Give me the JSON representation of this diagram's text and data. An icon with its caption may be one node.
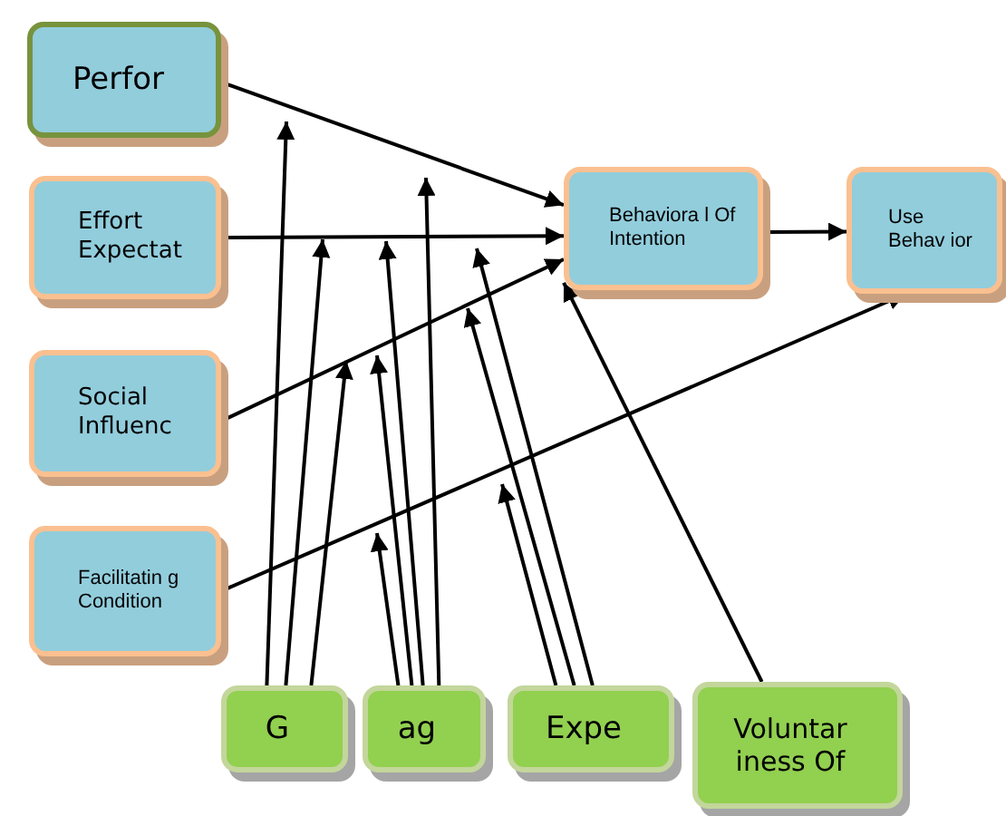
{
  "diagram": {
    "nodes": [
      {
        "text": [
          "Perfor"
        ]
      },
      {
        "text": [
          "Effort Expectat"
        ]
      },
      {
        "text": [
          "Social Influenc"
        ]
      },
      {
        "text": [
          "Facilitatin g Condition"
        ]
      },
      {
        "text": [
          "Behaviora l Of Intention"
        ]
      },
      {
        "text": [
          "Use Behav ior"
        ]
      },
      {
        "text": [
          "G"
        ]
      },
      {
        "text": [
          "ag"
        ]
      },
      {
        "text": [
          "Expe"
        ]
      },
      {
        "text": [
          "Voluntar iness Of"
        ]
      }
    ],
    "edges": [
      {
        "from": 0,
        "to": 4,
        "arrow": "to"
      },
      {
        "from": 1,
        "to": 4,
        "arrow": "to"
      },
      {
        "from": 2,
        "to": 4,
        "arrow": "to"
      },
      {
        "from": 3,
        "to": 5,
        "arrow": "to"
      },
      {
        "from": 4,
        "to": 5,
        "arrow": "to"
      },
      {
        "from": 9,
        "to": 4,
        "arrow": "to"
      },
      {
        "from": 6,
        "to": null,
        "arrow": "to"
      },
      {
        "from": 6,
        "to": null,
        "arrow": "to"
      },
      {
        "from": 6,
        "to": null,
        "arrow": "to"
      },
      {
        "from": 7,
        "to": null,
        "arrow": "to"
      },
      {
        "from": 7,
        "to": null,
        "arrow": "to"
      },
      {
        "from": 7,
        "to": null,
        "arrow": "to"
      },
      {
        "from": 7,
        "to": null,
        "arrow": "to"
      },
      {
        "from": 8,
        "to": null,
        "arrow": "to"
      },
      {
        "from": 8,
        "to": null,
        "arrow": "to"
      },
      {
        "from": 8,
        "to": null,
        "arrow": "to"
      }
    ]
  }
}
